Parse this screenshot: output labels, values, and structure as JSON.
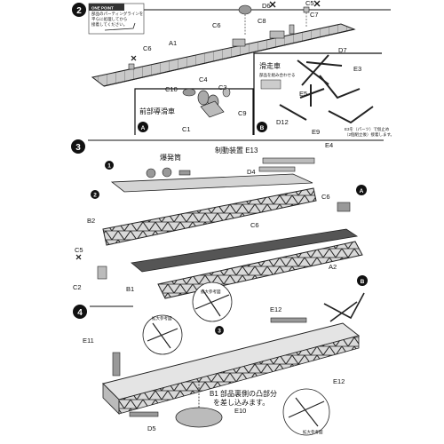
{
  "steps": [
    {
      "number": "2"
    },
    {
      "number": "3"
    },
    {
      "number": "4"
    }
  ],
  "one_point": {
    "title": "ONE POINT",
    "note_lines": [
      "部品のパーティングラインを",
      "平らに処理してから",
      "接着してください。"
    ]
  },
  "step2": {
    "labels": {
      "D6": "D6",
      "C5": "C5",
      "C7": "C7",
      "C6a": "C6",
      "C8": "C8",
      "C6b": "C6",
      "A1": "A1"
    },
    "inset_a": {
      "badge": "A",
      "title": "前部導滑車",
      "labels": {
        "C10": "C10",
        "C4": "C4",
        "C3": "C3",
        "C9": "C9",
        "C1": "C1"
      }
    },
    "inset_b": {
      "badge": "B",
      "title": "滑走車",
      "subtitle": "部品を組み合わせる",
      "labels": {
        "D7": "D7",
        "E3": "E3",
        "E5": "E5",
        "D12": "D12",
        "E9": "E9"
      },
      "note_lines": [
        "E3を（パーツ）で仮止め",
        "（2個組立後）接着します。"
      ]
    }
  },
  "step3": {
    "titles": {
      "bakuhatsu": "爆発筒",
      "seido": "制動装置 E13"
    },
    "callouts": {
      "one": "1",
      "two": "2"
    },
    "labels": {
      "E4": "E4",
      "D4": "D4",
      "B2": "B2",
      "C6a": "C6",
      "C6b": "C6",
      "C5": "C5",
      "C2": "C2",
      "B1": "B1",
      "A2": "A2"
    },
    "ref_a": "A",
    "zoom_label": "拡大参考図"
  },
  "step4": {
    "labels": {
      "E11": "E11",
      "E12a": "E12",
      "E12b": "E12",
      "D5": "D5",
      "E10": "E10"
    },
    "ref_b": "B",
    "callout_three": "3",
    "zoom_label_left": "拡大参考図",
    "zoom_label_right": "拡大参考図",
    "note_line1": "B1 部品裏側の凸部分",
    "note_line2": "を差し込みます。"
  }
}
